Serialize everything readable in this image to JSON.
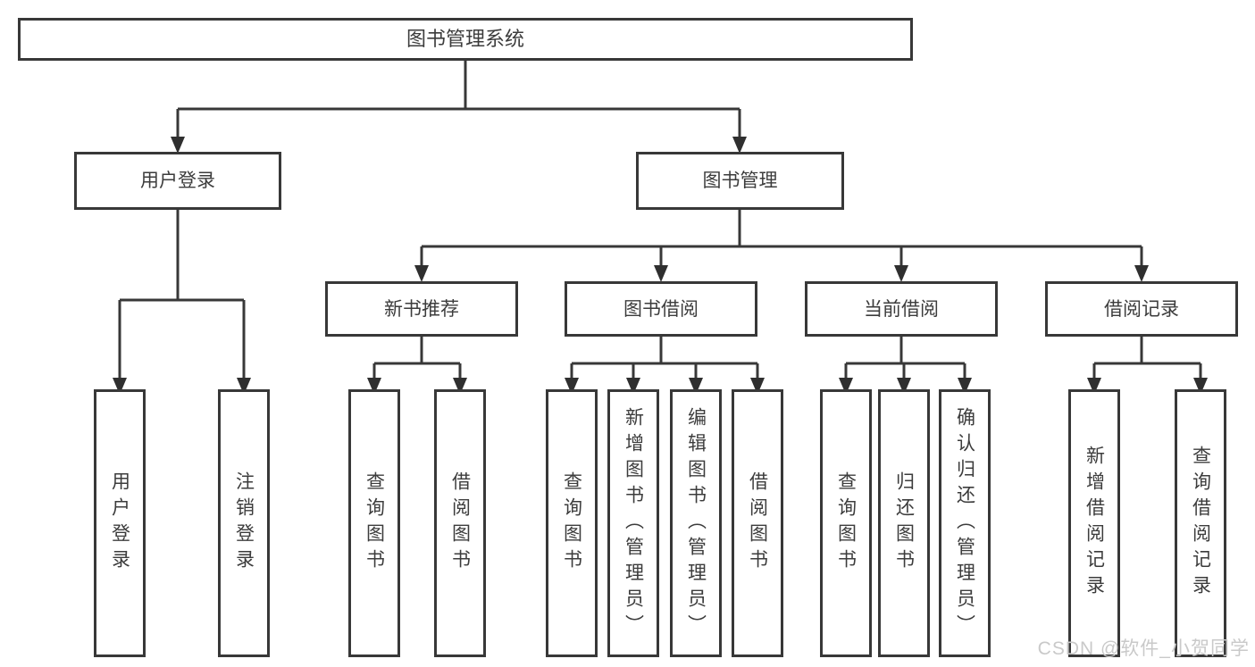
{
  "diagram": {
    "type": "hierarchy-tree",
    "tree": {
      "label": "图书管理系统",
      "children": [
        {
          "label": "用户登录",
          "children": [
            {
              "label": "用户登录"
            },
            {
              "label": "注销登录"
            }
          ]
        },
        {
          "label": "图书管理",
          "children": [
            {
              "label": "新书推荐",
              "children": [
                {
                  "label": "查询图书"
                },
                {
                  "label": "借阅图书"
                }
              ]
            },
            {
              "label": "图书借阅",
              "children": [
                {
                  "label": "查询图书"
                },
                {
                  "label": "新增图书（管理员）"
                },
                {
                  "label": "编辑图书（管理员）"
                },
                {
                  "label": "借阅图书"
                }
              ]
            },
            {
              "label": "当前借阅",
              "children": [
                {
                  "label": "查询图书"
                },
                {
                  "label": "归还图书"
                },
                {
                  "label": "确认归还（管理员）"
                }
              ]
            },
            {
              "label": "借阅记录",
              "children": [
                {
                  "label": "新增借阅记录"
                },
                {
                  "label": "查询借阅记录"
                }
              ]
            }
          ]
        }
      ]
    },
    "colors": {
      "line": "#383838",
      "box_border": "#383838",
      "box_fill": "#ffffff",
      "text": "#3c3c3c",
      "watermark": "#c9c9c9"
    }
  },
  "watermark": {
    "text": "CSDN @软件_小贺同学"
  }
}
